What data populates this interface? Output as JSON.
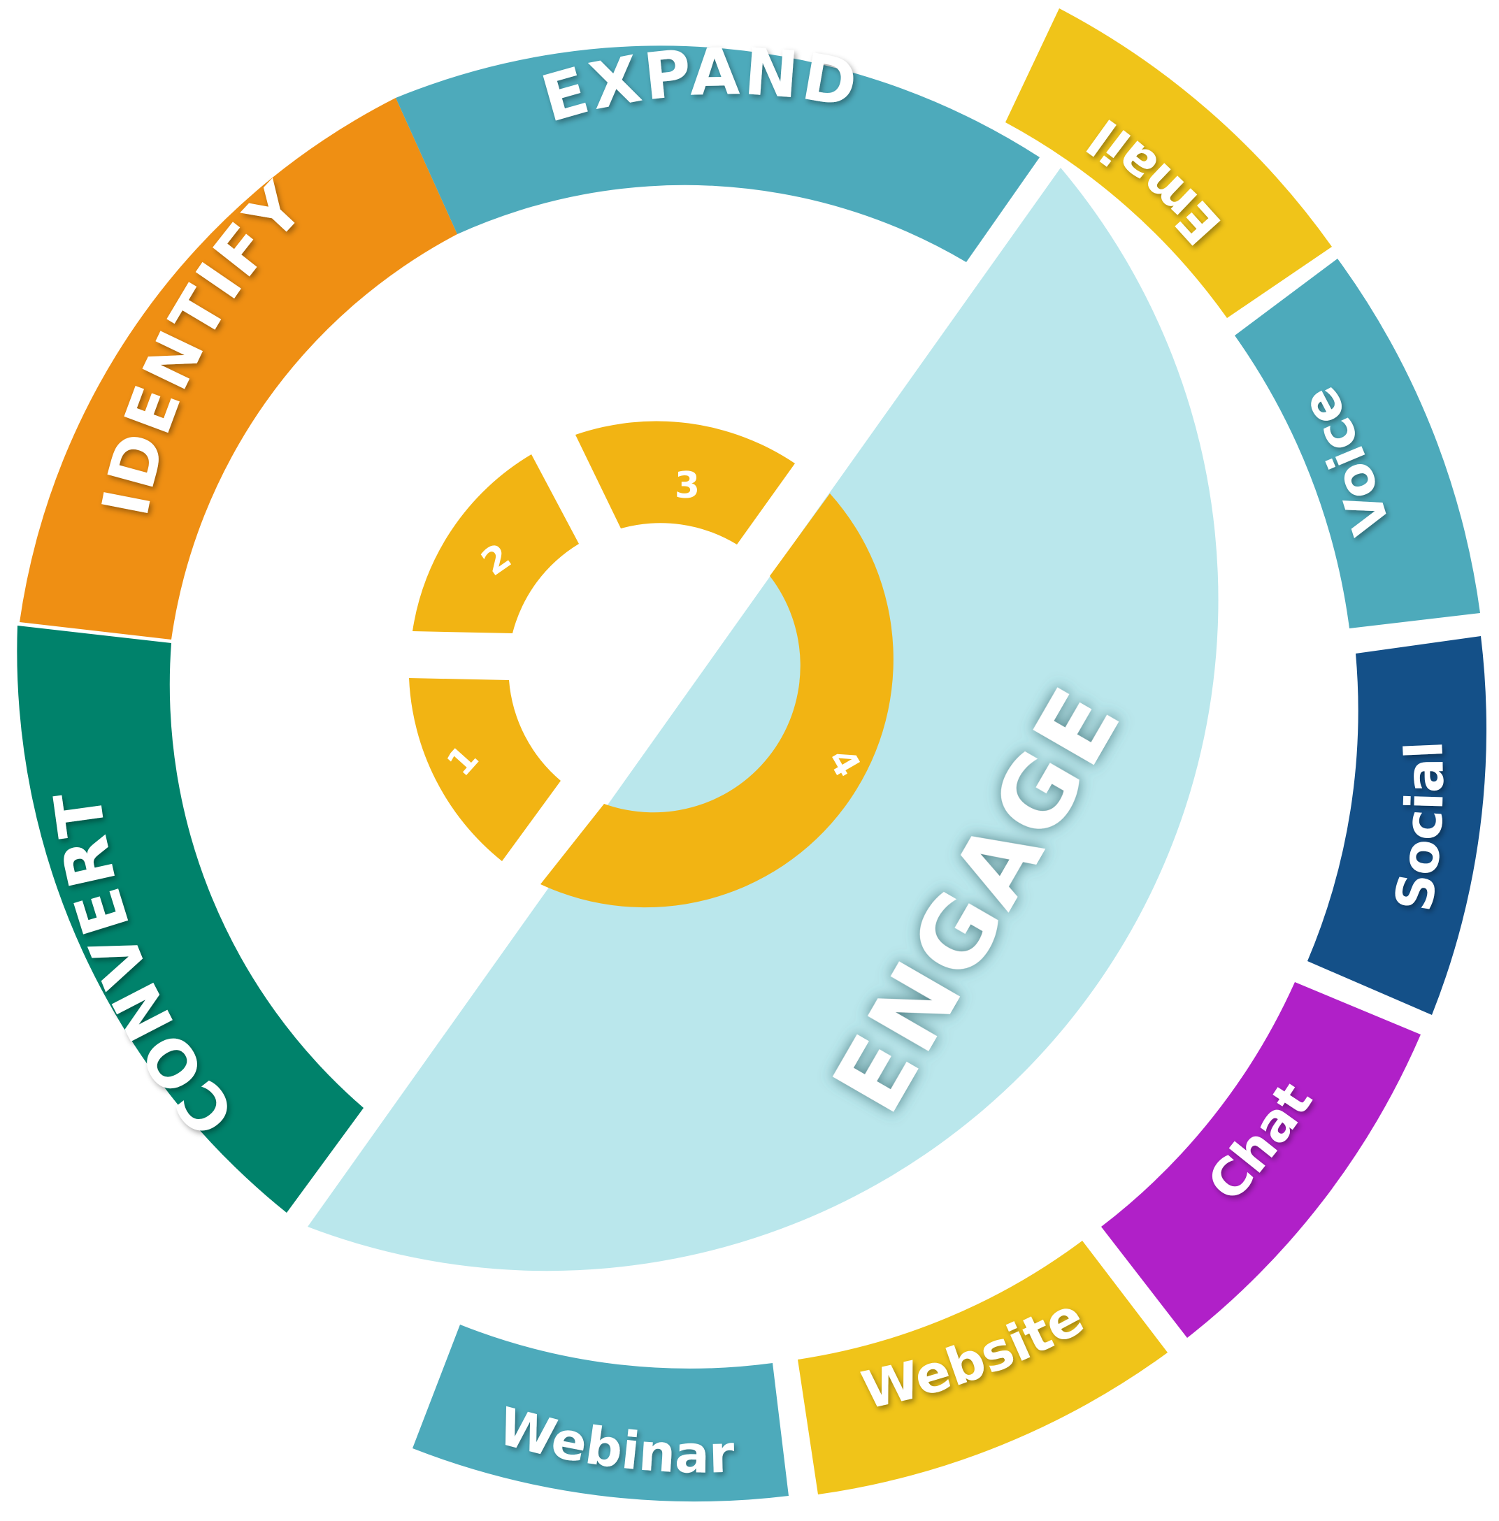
{
  "stages": [
    {
      "key": "identify",
      "label": "IDENTIFY",
      "color": "#ef8f13"
    },
    {
      "key": "expand",
      "label": "EXPAND",
      "color": "#4daabb"
    },
    {
      "key": "engage",
      "label": "ENGAGE",
      "color": "#bae7ec"
    },
    {
      "key": "convert",
      "label": "CONVERT",
      "color": "#00826b"
    }
  ],
  "channels": [
    {
      "key": "email",
      "label": "Email",
      "color": "#f0c419"
    },
    {
      "key": "voice",
      "label": "Voice",
      "color": "#4daabb"
    },
    {
      "key": "social",
      "label": "Social",
      "color": "#145088"
    },
    {
      "key": "chat",
      "label": "Chat",
      "color": "#b020c8"
    },
    {
      "key": "website",
      "label": "Website",
      "color": "#f0c419"
    },
    {
      "key": "webinar",
      "label": "Webinar",
      "color": "#4daabb"
    }
  ],
  "steps": [
    {
      "key": "step1",
      "label": "1"
    },
    {
      "key": "step2",
      "label": "2"
    },
    {
      "key": "step3",
      "label": "3"
    },
    {
      "key": "step4",
      "label": "4"
    }
  ],
  "inner_ring_color": "#f2b413"
}
